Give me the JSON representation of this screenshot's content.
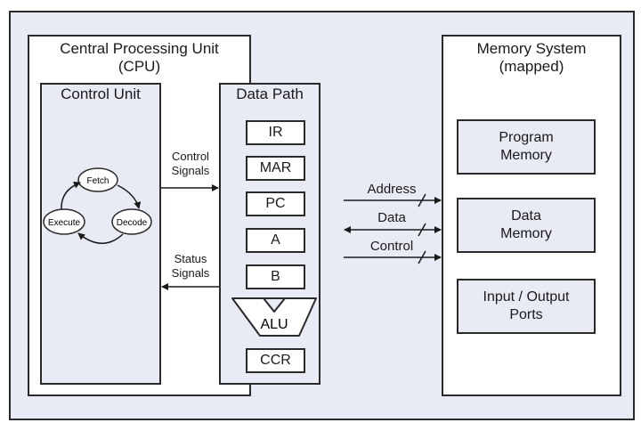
{
  "cpu": {
    "title_line1": "Central Processing Unit",
    "title_line2": "(CPU)"
  },
  "control_unit": {
    "title": "Control Unit",
    "cycle": [
      "Fetch",
      "Decode",
      "Execute"
    ]
  },
  "data_path": {
    "title": "Data Path",
    "registers": [
      "IR",
      "MAR",
      "PC",
      "A",
      "B"
    ],
    "alu": "ALU",
    "ccr": "CCR"
  },
  "signals": {
    "control_line1": "Control",
    "control_line2": "Signals",
    "status_line1": "Status",
    "status_line2": "Signals"
  },
  "buses": {
    "address": "Address",
    "data": "Data",
    "control": "Control"
  },
  "memory": {
    "title_line1": "Memory System",
    "title_line2": "(mapped)",
    "blocks": [
      {
        "line1": "Program",
        "line2": "Memory"
      },
      {
        "line1": "Data",
        "line2": "Memory"
      },
      {
        "line1": "Input / Output",
        "line2": "Ports"
      }
    ]
  }
}
